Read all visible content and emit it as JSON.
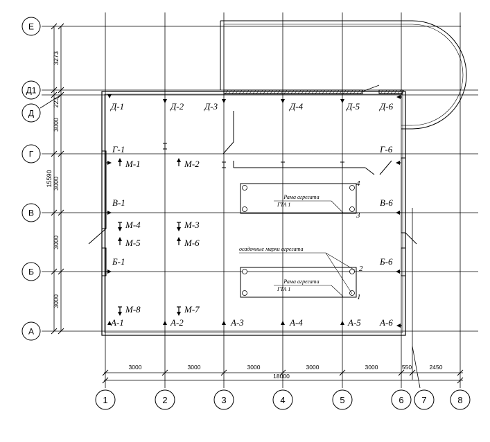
{
  "axes": {
    "horizontal": [
      {
        "label": "Е"
      },
      {
        "label": "Д1"
      },
      {
        "label": "Д"
      },
      {
        "label": "Г"
      },
      {
        "label": "В"
      },
      {
        "label": "Б"
      },
      {
        "label": "А"
      }
    ],
    "vertical": [
      {
        "label": "1"
      },
      {
        "label": "2"
      },
      {
        "label": "3"
      },
      {
        "label": "4"
      },
      {
        "label": "5"
      },
      {
        "label": "6"
      },
      {
        "label": "7"
      },
      {
        "label": "8"
      }
    ]
  },
  "left_dimensions": [
    "3273",
    "223",
    "3000",
    "3000",
    "3000",
    "3000",
    "15590"
  ],
  "bottom_dimensions": [
    "3000",
    "3000",
    "3000",
    "3000",
    "3000",
    "550",
    "2450"
  ],
  "bottom_total": "18000",
  "points": [
    {
      "label": "Д-1"
    },
    {
      "label": "Д-2"
    },
    {
      "label": "Д-3"
    },
    {
      "label": "Д-4"
    },
    {
      "label": "Д-5"
    },
    {
      "label": "Д-6"
    },
    {
      "label": "Г-1"
    },
    {
      "label": "Г-6"
    },
    {
      "label": "В-1"
    },
    {
      "label": "В-6"
    },
    {
      "label": "Б-1"
    },
    {
      "label": "Б-6"
    },
    {
      "label": "А-1"
    },
    {
      "label": "А-2"
    },
    {
      "label": "А-3"
    },
    {
      "label": "А-4"
    },
    {
      "label": "А-5"
    },
    {
      "label": "А-6"
    }
  ],
  "marks": [
    {
      "label": "М-1"
    },
    {
      "label": "М-2"
    },
    {
      "label": "М-4"
    },
    {
      "label": "М-3"
    },
    {
      "label": "М-5"
    },
    {
      "label": "М-6"
    },
    {
      "label": "М-8"
    },
    {
      "label": "М-7"
    }
  ],
  "frames": [
    {
      "title": "Рама агрегата",
      "subtitle": "ГТА 1",
      "corner_a": "4",
      "corner_b": "3"
    },
    {
      "title": "Рама агрегата",
      "subtitle": "ГТА 1",
      "corner_a": "2",
      "corner_b": "1"
    }
  ],
  "settlement_marks_label": "осадочные марки агрегата"
}
